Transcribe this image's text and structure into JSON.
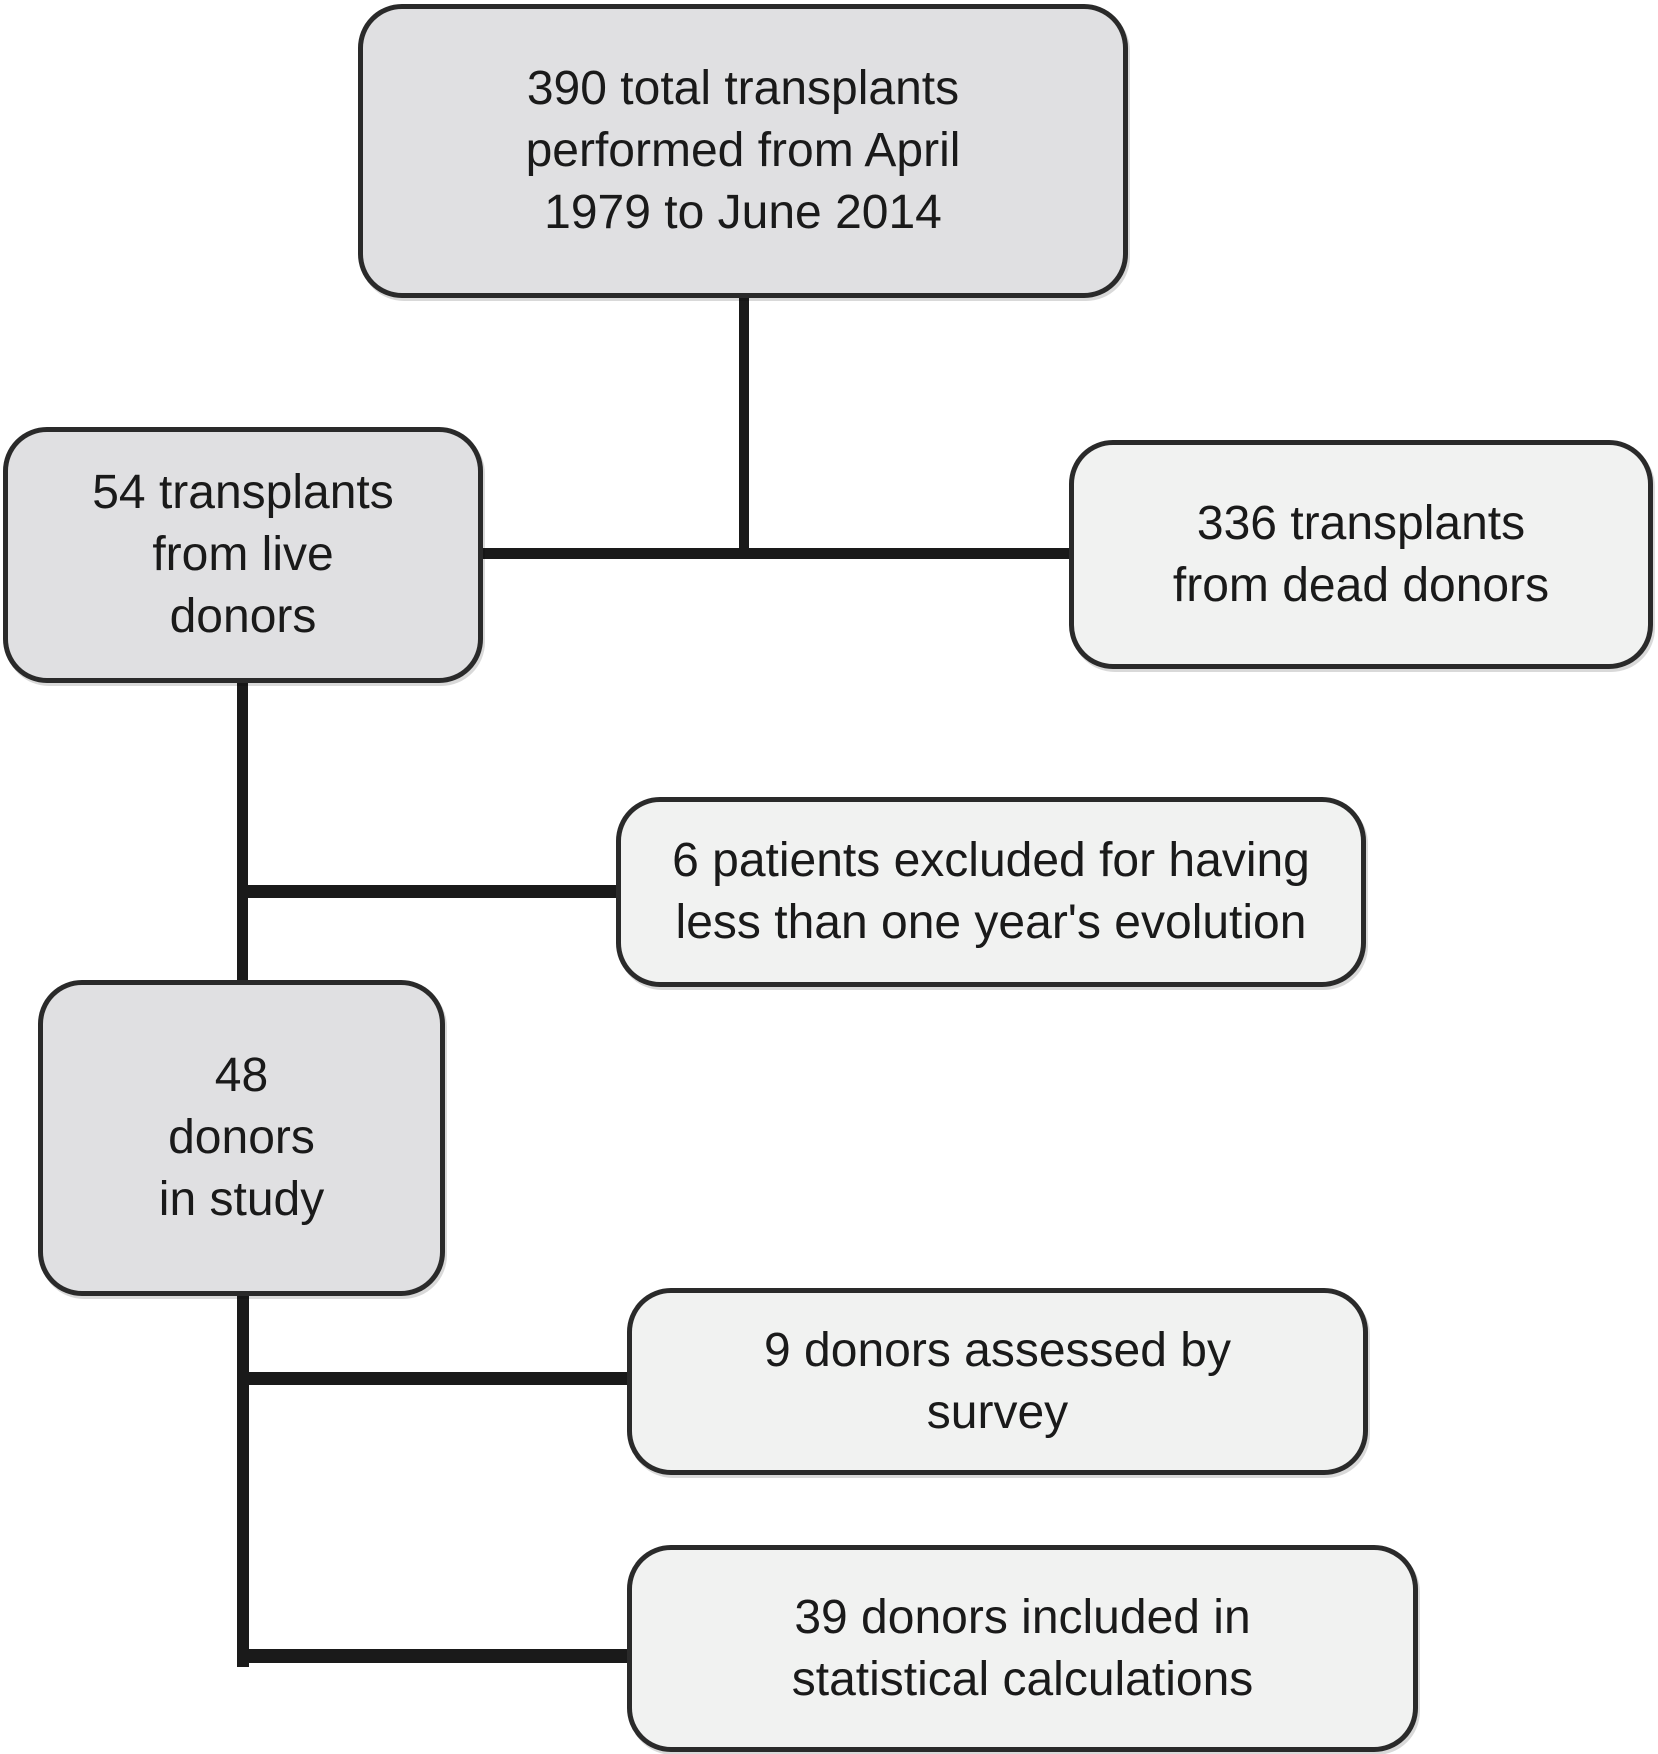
{
  "flowchart": {
    "total": {
      "lines": [
        "390 total transplants",
        "performed from April",
        "1979 to June 2014"
      ]
    },
    "live_donors": {
      "lines": [
        "54 transplants",
        "from live",
        "donors"
      ]
    },
    "dead_donors": {
      "lines": [
        "336 transplants",
        "from dead donors"
      ]
    },
    "excluded": {
      "lines": [
        "6 patients excluded for having",
        "less than one year's evolution"
      ]
    },
    "in_study": {
      "lines": [
        "48",
        "donors",
        "in study"
      ]
    },
    "survey": {
      "lines": [
        "9 donors assessed by",
        "survey"
      ]
    },
    "statistical": {
      "lines": [
        "39 donors included in",
        "statistical calculations"
      ]
    }
  },
  "colors": {
    "box_dark": "#e0e0e2",
    "box_light": "#f1f2f1",
    "stroke": "#1a1a1a"
  }
}
